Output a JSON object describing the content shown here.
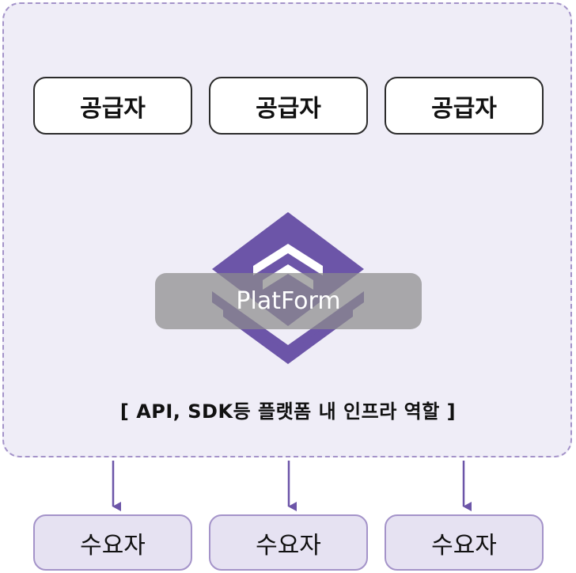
{
  "suppliers": [
    {
      "label": "공급자"
    },
    {
      "label": "공급자"
    },
    {
      "label": "공급자"
    }
  ],
  "platform": {
    "label": "PlatForm",
    "caption": "[ API, SDK등 플랫폼 내 인프라 역할 ]"
  },
  "consumers": [
    {
      "label": "수요자"
    },
    {
      "label": "수요자"
    },
    {
      "label": "수요자"
    }
  ],
  "colors": {
    "accent": "#6c55a8",
    "region_fill": "#efedf7",
    "region_border": "#a493c9",
    "consumer_fill": "#e6e2f2",
    "label_overlay": "#8c8c8c"
  },
  "icons": {
    "logo": "layered-diamond-icon",
    "connector": "down-arrow"
  }
}
